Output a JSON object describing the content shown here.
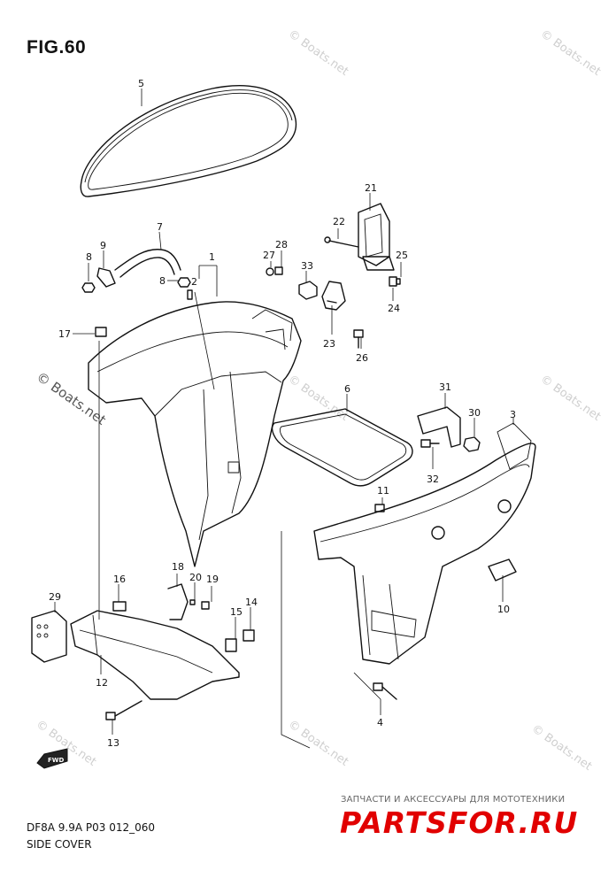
{
  "figure": {
    "title": "FIG.60",
    "model_code": "DF8A 9.9A P03 012_060",
    "assembly_name": "SIDE COVER"
  },
  "callouts": [
    {
      "id": "1",
      "label": "1"
    },
    {
      "id": "2",
      "label": "2"
    },
    {
      "id": "3",
      "label": "3"
    },
    {
      "id": "4",
      "label": "4"
    },
    {
      "id": "5",
      "label": "5"
    },
    {
      "id": "6",
      "label": "6"
    },
    {
      "id": "7",
      "label": "7"
    },
    {
      "id": "8a",
      "label": "8"
    },
    {
      "id": "8b",
      "label": "8"
    },
    {
      "id": "9",
      "label": "9"
    },
    {
      "id": "10",
      "label": "10"
    },
    {
      "id": "11",
      "label": "11"
    },
    {
      "id": "12",
      "label": "12"
    },
    {
      "id": "13",
      "label": "13"
    },
    {
      "id": "14",
      "label": "14"
    },
    {
      "id": "15",
      "label": "15"
    },
    {
      "id": "16",
      "label": "16"
    },
    {
      "id": "17",
      "label": "17"
    },
    {
      "id": "18",
      "label": "18"
    },
    {
      "id": "19",
      "label": "19"
    },
    {
      "id": "20",
      "label": "20"
    },
    {
      "id": "21",
      "label": "21"
    },
    {
      "id": "22",
      "label": "22"
    },
    {
      "id": "23",
      "label": "23"
    },
    {
      "id": "24",
      "label": "24"
    },
    {
      "id": "25",
      "label": "25"
    },
    {
      "id": "26",
      "label": "26"
    },
    {
      "id": "27",
      "label": "27"
    },
    {
      "id": "28",
      "label": "28"
    },
    {
      "id": "29",
      "label": "29"
    },
    {
      "id": "30",
      "label": "30"
    },
    {
      "id": "31",
      "label": "31"
    },
    {
      "id": "32",
      "label": "32"
    },
    {
      "id": "33",
      "label": "33"
    }
  ],
  "fwd_label": "FWD",
  "watermark": {
    "text": "© Boats.net",
    "color": "#cfcfcf"
  },
  "branding": {
    "subtitle": "ЗАПЧАСТИ И АКСЕССУАРЫ ДЛЯ МОТОТЕХНИКИ",
    "logo": "PARTSFOR.RU",
    "color": "#e10000"
  }
}
